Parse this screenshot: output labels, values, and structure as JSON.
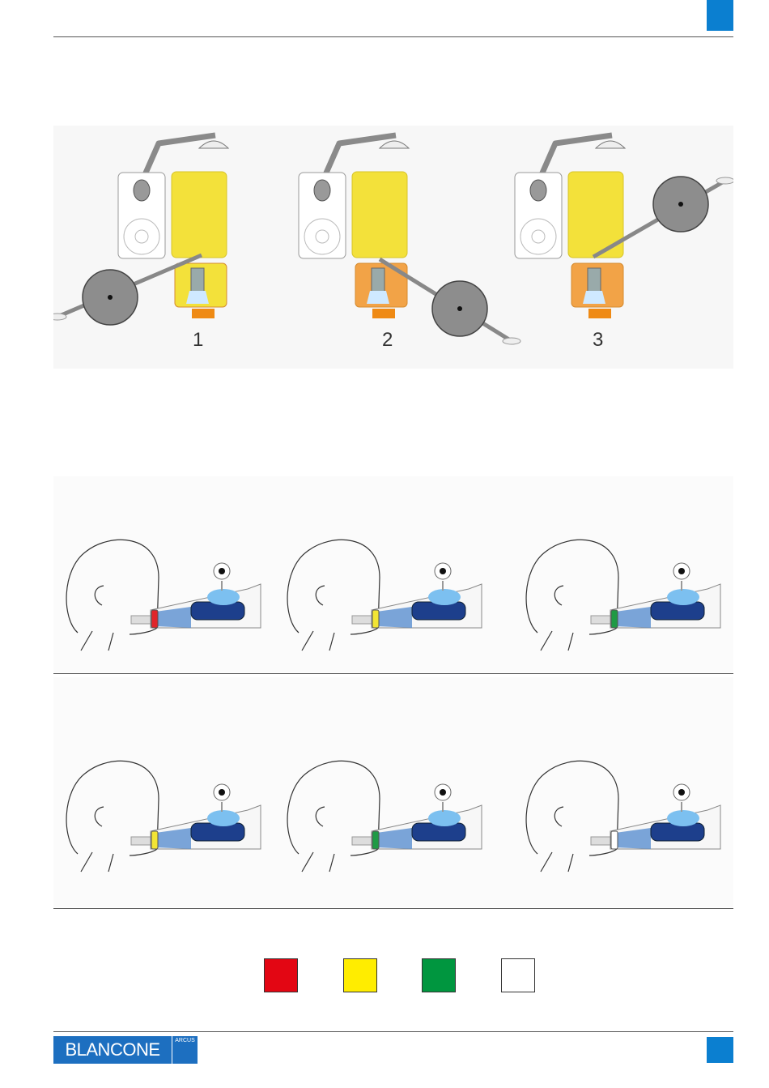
{
  "top_diagram": {
    "positions": [
      {
        "label": "1"
      },
      {
        "label": "2"
      },
      {
        "label": "3"
      }
    ]
  },
  "head_panels": {
    "row1": [
      {
        "band_color": "#e0252b",
        "band_name": "red"
      },
      {
        "band_color": "#f2e535",
        "band_name": "yellow"
      },
      {
        "band_color": "#1f9a45",
        "band_name": "green"
      }
    ],
    "row2": [
      {
        "band_color": "#f2e535",
        "band_name": "yellow"
      },
      {
        "band_color": "#1f9a45",
        "band_name": "green"
      },
      {
        "band_color": "#ffffff",
        "band_name": "white"
      }
    ]
  },
  "legend": {
    "swatches": [
      {
        "color": "#e30613",
        "name": "red"
      },
      {
        "color": "#ffed00",
        "name": "yellow"
      },
      {
        "color": "#00963f",
        "name": "green"
      },
      {
        "color": "#ffffff",
        "name": "white"
      }
    ]
  },
  "footer": {
    "logo_text": "BLANCONE",
    "logo_sub": "ARCUS"
  },
  "colors": {
    "accent_blue": "#0b7fd0",
    "diagram_yellow": "#f3e13a",
    "diagram_orange": "#f2a347",
    "arm_gray": "#8a8a8a"
  }
}
